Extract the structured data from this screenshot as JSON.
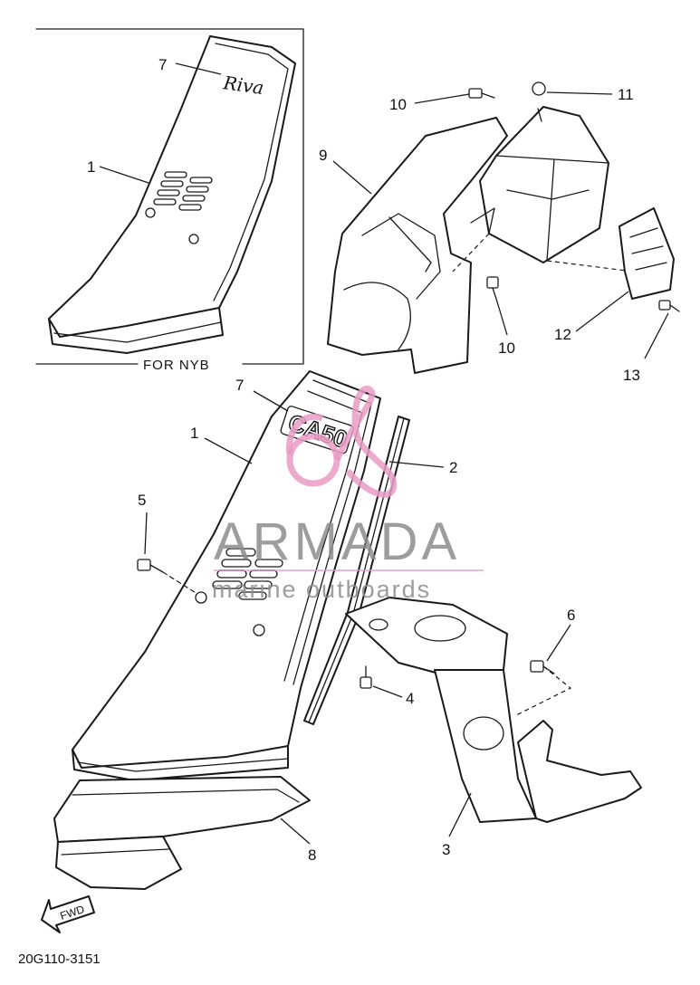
{
  "diagram": {
    "inset_caption": "FOR NYB",
    "drawing_code": "20G110-3151",
    "inset_decal_script": "Riva",
    "main_decal_text": "CA50",
    "direction_label": "FWD",
    "callouts": {
      "inset_7": "7",
      "inset_1": "1",
      "main_7": "7",
      "main_1": "1",
      "c2": "2",
      "c3": "3",
      "c4": "4",
      "c5": "5",
      "c6": "6",
      "c8": "8",
      "c9": "9",
      "c10a": "10",
      "c10b": "10",
      "c11": "11",
      "c12": "12",
      "c13": "13"
    }
  },
  "watermark": {
    "brand": "ARMADA",
    "tagline": "marine outboards",
    "logo_color": "#e99bc3",
    "text_color": "#8c8c8c"
  }
}
